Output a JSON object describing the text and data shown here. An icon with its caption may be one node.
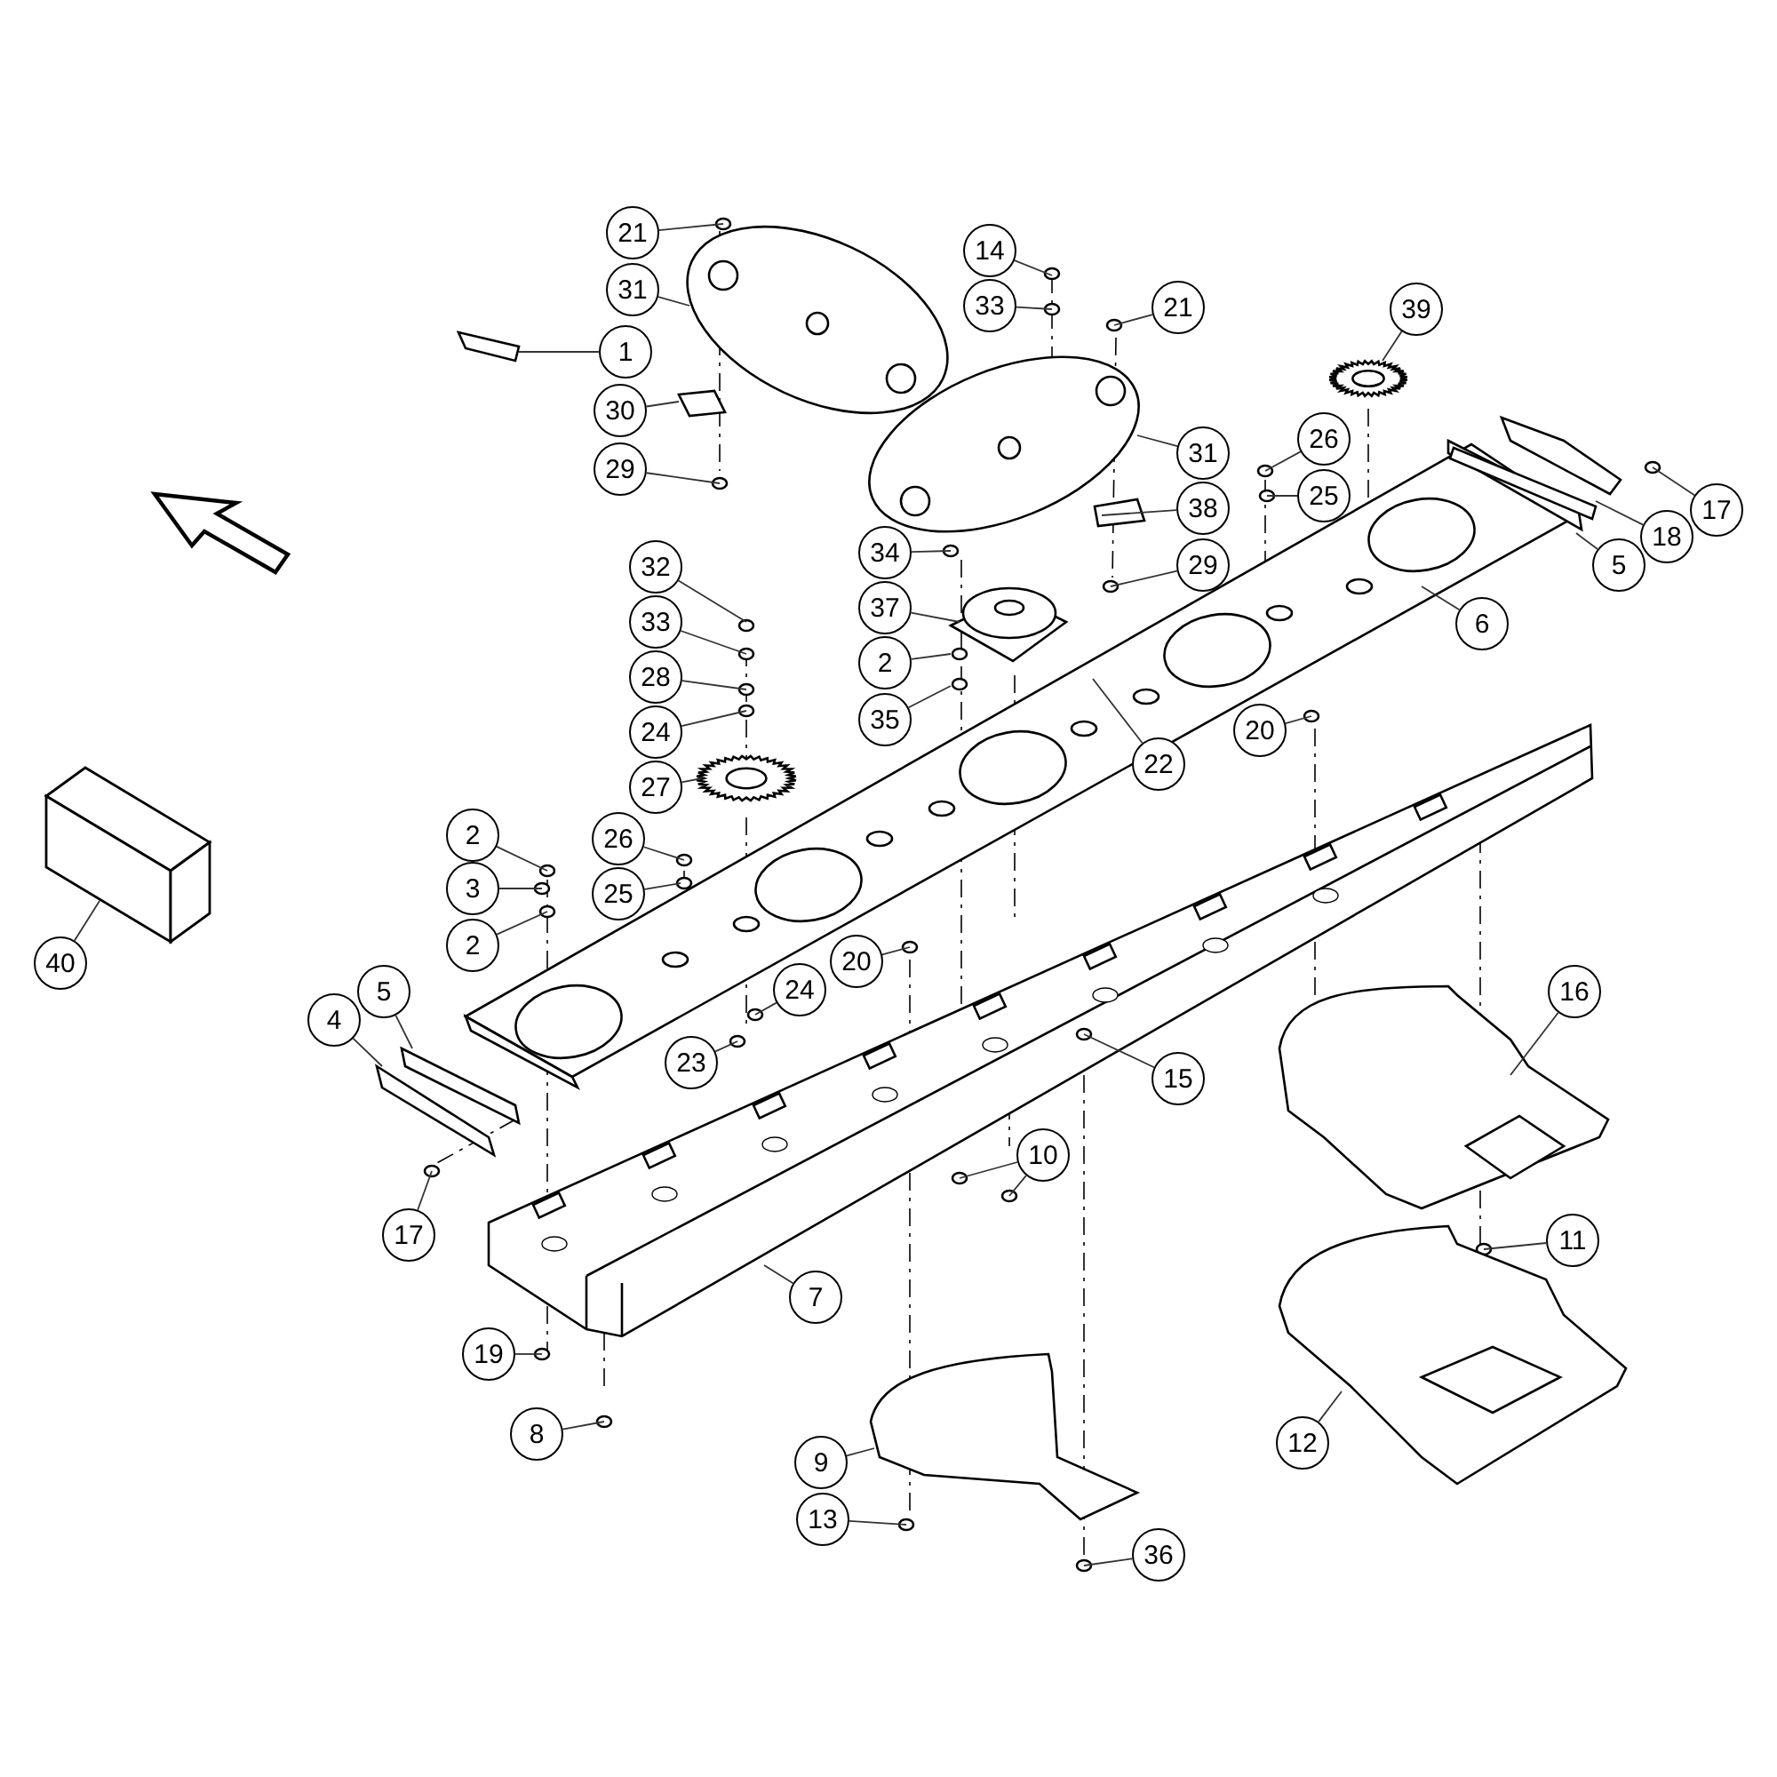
{
  "diagram": {
    "nodes": [
      {
        "text": [
          "21"
        ]
      },
      {
        "text": [
          "31"
        ]
      },
      {
        "text": [
          "1"
        ]
      },
      {
        "text": [
          "30"
        ]
      },
      {
        "text": [
          "29"
        ]
      },
      {
        "text": [
          "14"
        ]
      },
      {
        "text": [
          "33"
        ]
      },
      {
        "text": [
          "21"
        ]
      },
      {
        "text": [
          "39"
        ]
      },
      {
        "text": [
          "31"
        ]
      },
      {
        "text": [
          "26"
        ]
      },
      {
        "text": [
          "25"
        ]
      },
      {
        "text": [
          "38"
        ]
      },
      {
        "text": [
          "29"
        ]
      },
      {
        "text": [
          "17"
        ]
      },
      {
        "text": [
          "18"
        ]
      },
      {
        "text": [
          "5"
        ]
      },
      {
        "text": [
          "34"
        ]
      },
      {
        "text": [
          "37"
        ]
      },
      {
        "text": [
          "6"
        ]
      },
      {
        "text": [
          "2"
        ]
      },
      {
        "text": [
          "35"
        ]
      },
      {
        "text": [
          "32"
        ]
      },
      {
        "text": [
          "33"
        ]
      },
      {
        "text": [
          "28"
        ]
      },
      {
        "text": [
          "24"
        ]
      },
      {
        "text": [
          "27"
        ]
      },
      {
        "text": [
          "20"
        ]
      },
      {
        "text": [
          "22"
        ]
      },
      {
        "text": [
          "2"
        ]
      },
      {
        "text": [
          "3"
        ]
      },
      {
        "text": [
          "2"
        ]
      },
      {
        "text": [
          "26"
        ]
      },
      {
        "text": [
          "25"
        ]
      },
      {
        "text": [
          "40"
        ]
      },
      {
        "text": [
          "20"
        ]
      },
      {
        "text": [
          "4"
        ]
      },
      {
        "text": [
          "5"
        ]
      },
      {
        "text": [
          "24"
        ]
      },
      {
        "text": [
          "23"
        ]
      },
      {
        "text": [
          "15"
        ]
      },
      {
        "text": [
          "16"
        ]
      },
      {
        "text": [
          "10"
        ]
      },
      {
        "text": [
          "17"
        ]
      },
      {
        "text": [
          "7"
        ]
      },
      {
        "text": [
          "11"
        ]
      },
      {
        "text": [
          "19"
        ]
      },
      {
        "text": [
          "8"
        ]
      },
      {
        "text": [
          "12"
        ]
      },
      {
        "text": [
          "9"
        ]
      },
      {
        "text": [
          "13"
        ]
      },
      {
        "text": [
          "36"
        ]
      }
    ],
    "edges": [
      {
        "from": 0,
        "to": null,
        "arrow": "none"
      },
      {
        "from": 1,
        "to": null,
        "arrow": "none"
      },
      {
        "from": 2,
        "to": null,
        "arrow": "none"
      },
      {
        "from": 3,
        "to": null,
        "arrow": "none"
      },
      {
        "from": 4,
        "to": null,
        "arrow": "none"
      },
      {
        "from": 5,
        "to": null,
        "arrow": "none"
      },
      {
        "from": 6,
        "to": null,
        "arrow": "none"
      },
      {
        "from": 7,
        "to": null,
        "arrow": "none"
      },
      {
        "from": 8,
        "to": null,
        "arrow": "none"
      },
      {
        "from": 9,
        "to": null,
        "arrow": "none"
      },
      {
        "from": 10,
        "to": null,
        "arrow": "none"
      },
      {
        "from": 11,
        "to": null,
        "arrow": "none"
      },
      {
        "from": 12,
        "to": null,
        "arrow": "none"
      },
      {
        "from": 13,
        "to": null,
        "arrow": "none"
      },
      {
        "from": 14,
        "to": null,
        "arrow": "none"
      },
      {
        "from": 15,
        "to": null,
        "arrow": "none"
      },
      {
        "from": 16,
        "to": null,
        "arrow": "none"
      },
      {
        "from": 17,
        "to": null,
        "arrow": "none"
      },
      {
        "from": 18,
        "to": null,
        "arrow": "none"
      },
      {
        "from": 19,
        "to": null,
        "arrow": "none"
      },
      {
        "from": 20,
        "to": null,
        "arrow": "none"
      },
      {
        "from": 21,
        "to": null,
        "arrow": "none"
      },
      {
        "from": 22,
        "to": null,
        "arrow": "none"
      },
      {
        "from": 23,
        "to": null,
        "arrow": "none"
      },
      {
        "from": 24,
        "to": null,
        "arrow": "none"
      },
      {
        "from": 25,
        "to": null,
        "arrow": "none"
      },
      {
        "from": 26,
        "to": null,
        "arrow": "none"
      },
      {
        "from": 27,
        "to": null,
        "arrow": "none"
      },
      {
        "from": 28,
        "to": null,
        "arrow": "none"
      },
      {
        "from": 29,
        "to": null,
        "arrow": "none"
      },
      {
        "from": 30,
        "to": null,
        "arrow": "none"
      },
      {
        "from": 31,
        "to": null,
        "arrow": "none"
      },
      {
        "from": 32,
        "to": null,
        "arrow": "none"
      },
      {
        "from": 33,
        "to": null,
        "arrow": "none"
      },
      {
        "from": 34,
        "to": null,
        "arrow": "none"
      },
      {
        "from": 35,
        "to": null,
        "arrow": "none"
      },
      {
        "from": 36,
        "to": null,
        "arrow": "none"
      },
      {
        "from": 37,
        "to": null,
        "arrow": "none"
      },
      {
        "from": 38,
        "to": null,
        "arrow": "none"
      },
      {
        "from": 39,
        "to": null,
        "arrow": "none"
      },
      {
        "from": 40,
        "to": null,
        "arrow": "none"
      },
      {
        "from": 41,
        "to": null,
        "arrow": "none"
      },
      {
        "from": 42,
        "to": null,
        "arrow": "none"
      },
      {
        "from": 42,
        "to": null,
        "arrow": "none"
      },
      {
        "from": 43,
        "to": null,
        "arrow": "none"
      },
      {
        "from": 44,
        "to": null,
        "arrow": "none"
      },
      {
        "from": 45,
        "to": null,
        "arrow": "none"
      },
      {
        "from": 46,
        "to": null,
        "arrow": "none"
      },
      {
        "from": 47,
        "to": null,
        "arrow": "none"
      },
      {
        "from": 48,
        "to": null,
        "arrow": "none"
      },
      {
        "from": 49,
        "to": null,
        "arrow": "none"
      },
      {
        "from": 50,
        "to": null,
        "arrow": "none"
      },
      {
        "from": 51,
        "to": null,
        "arrow": "none"
      }
    ]
  }
}
